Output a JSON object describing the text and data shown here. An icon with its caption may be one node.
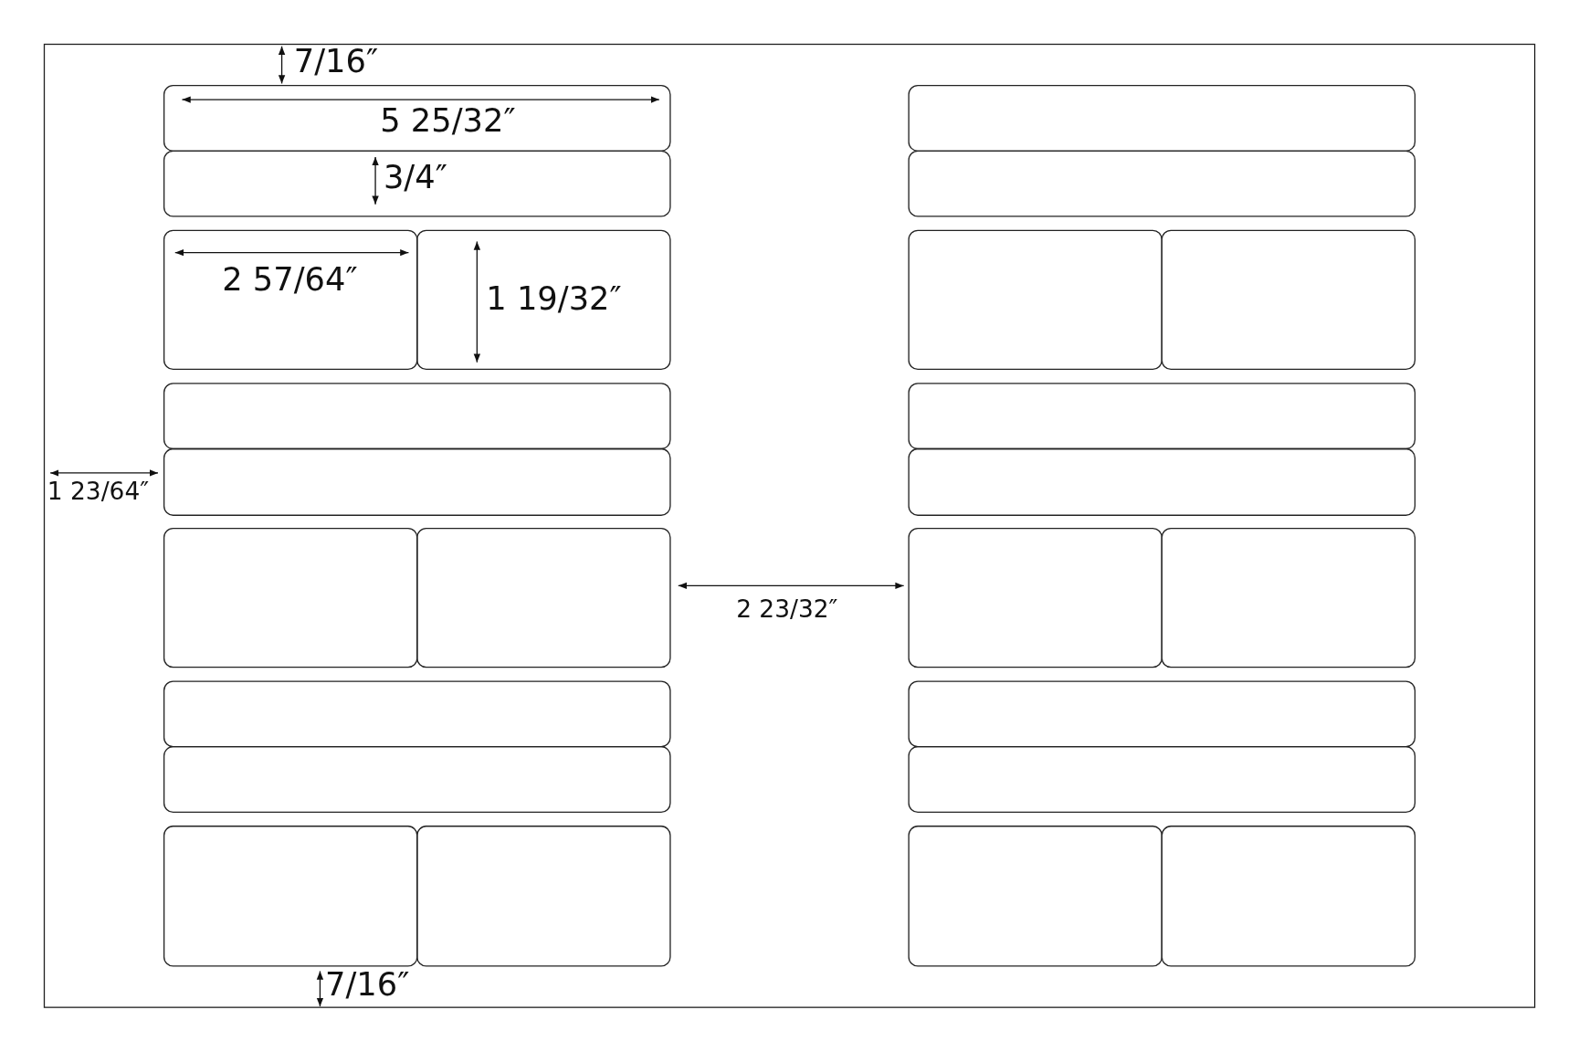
{
  "diagram": {
    "labels": [
      "7/16″",
      "5 25/32″",
      "3/4″",
      "2 57/64″",
      "1 19/32″",
      "1 23/64″",
      "2 23/32″",
      "7/16″"
    ]
  }
}
